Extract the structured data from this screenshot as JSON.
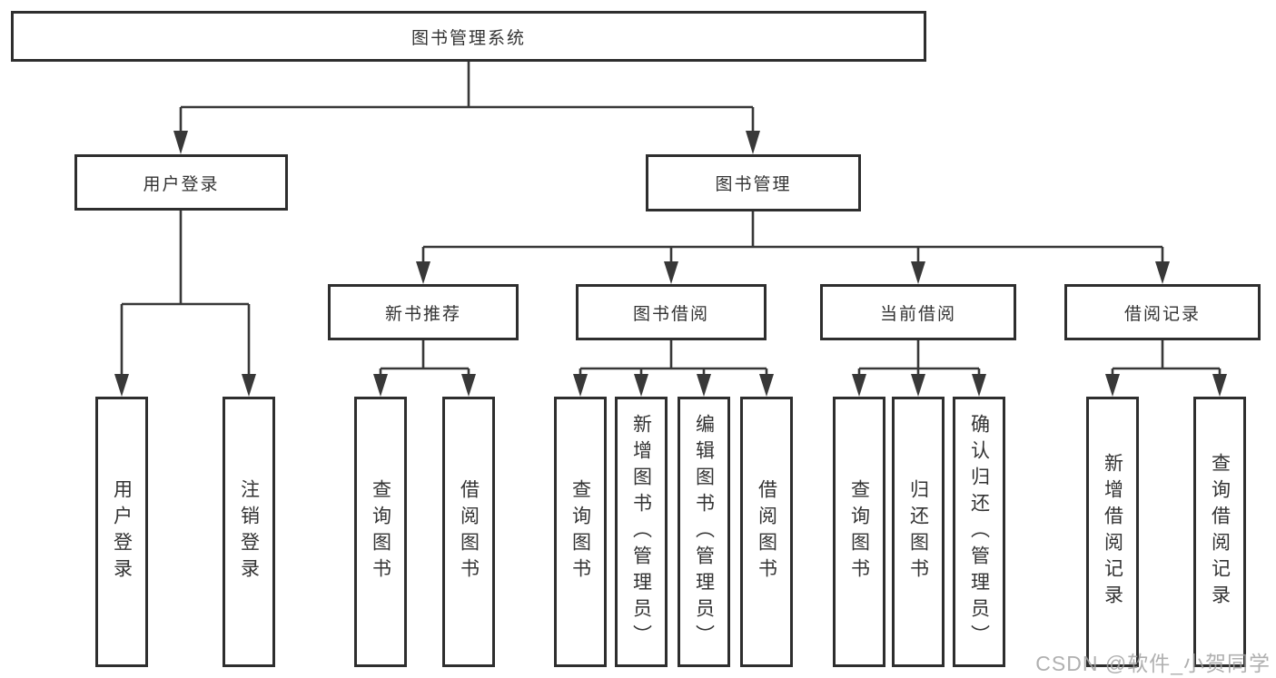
{
  "diagram": {
    "title": "图书管理系统",
    "branches": [
      {
        "label": "用户登录",
        "children": [
          {
            "label": "用户登录"
          },
          {
            "label": "注销登录"
          }
        ]
      },
      {
        "label": "图书管理",
        "children": [
          {
            "label": "新书推荐",
            "children": [
              {
                "label": "查询图书"
              },
              {
                "label": "借阅图书"
              }
            ]
          },
          {
            "label": "图书借阅",
            "children": [
              {
                "label": "查询图书"
              },
              {
                "label": "新增图书（管理员）"
              },
              {
                "label": "编辑图书（管理员）"
              },
              {
                "label": "借阅图书"
              }
            ]
          },
          {
            "label": "当前借阅",
            "children": [
              {
                "label": "查询图书"
              },
              {
                "label": "归还图书"
              },
              {
                "label": "确认归还（管理员）"
              }
            ]
          },
          {
            "label": "借阅记录",
            "children": [
              {
                "label": "新增借阅记录"
              },
              {
                "label": "查询借阅记录"
              }
            ]
          }
        ]
      }
    ]
  },
  "watermark": "CSDN @软件_小贺同学",
  "colors": {
    "line": "#383838",
    "box_border": "#2e2e2e",
    "text": "#333333",
    "watermark": "#a3a3a3",
    "background": "#ffffff"
  }
}
